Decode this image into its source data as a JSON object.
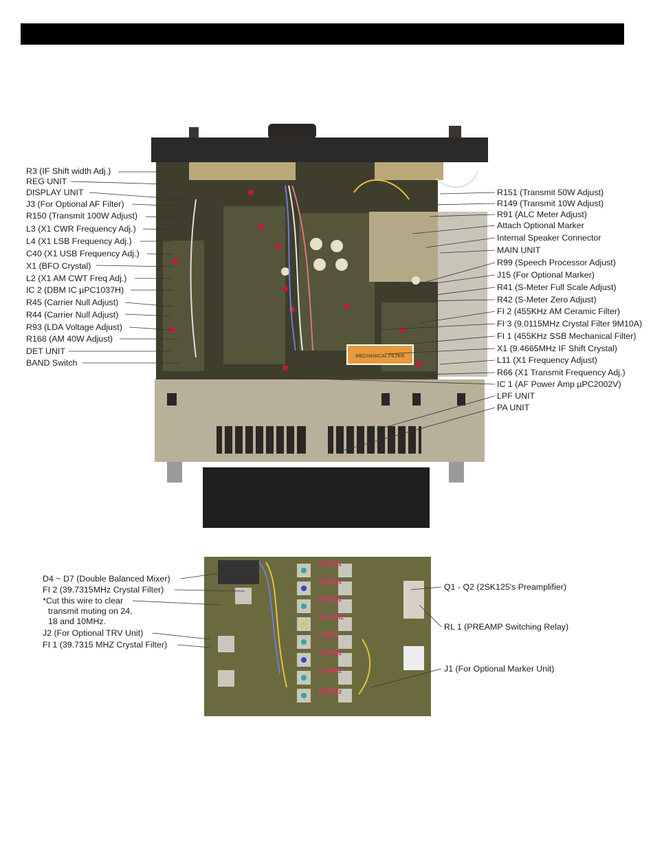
{
  "header": {
    "title": ""
  },
  "main_unit": {
    "left_labels": [
      "R3 (IF Shift width Adj.)",
      "REG UNIT",
      "DISPLAY UNIT",
      "J3 (For Optional AF Filter)",
      "R150 (Transmit 100W Adjust)",
      "L3 (X1 CWR Frequency Adj.)",
      "L4 (X1 LSB Frequency Adj.)",
      "C40 (X1 USB Frequency Adj.)",
      "X1 (BFO Crystal)",
      "L2 (X1 AM CWT Freq Adj.)",
      "IC 2 (DBM IC µPC1037H)",
      "R45 (Carrier Null Adjust)",
      "R44 (Carrier Null Adjust)",
      "R93 (LDA Voltage Adjust)",
      "R168 (AM 40W Adjust)",
      "DET UNIT",
      "BAND Switch"
    ],
    "right_labels": [
      "R151 (Transmit 50W Adjust)",
      "R149 (Transmit 10W Adjust)",
      "R91 (ALC Meter Adjust)",
      "Attach Optional Marker",
      "Internal Speaker Connector",
      "MAIN UNIT",
      "R99 (Speech Processor Adjust)",
      "J15 (For Optional Marker)",
      "R41 (S-Meter Full Scale Adjust)",
      "R42 (S-Meter Zero Adjust)",
      "FI 2 (455KHz AM Ceramic Filter)",
      "FI 3 (9.0115MHz Crystal Filter 9M10A)",
      "FI 1 (455KHz SSB Mechanical Filter)",
      "X1 (9.4665MHz IF Shift Crystal)",
      "L11 (X1 Frequency Adjust)",
      "R66 (X1 Transmit Frequency Adj.)",
      "IC 1 (AF Power Amp µPC2002V)",
      "LPF UNIT",
      "PA UNIT"
    ],
    "filter_label": "MECHANICAL FILTER"
  },
  "rf_unit": {
    "left_labels": [
      "D4 ~ D7 (Double Balanced Mixer)",
      "FI 2 (39.7315MHz Crystal Filter)",
      "*Cut this wire to clear",
      "transmit muting on 24,",
      "18 and 10MHz.",
      "J2 (For Optional TRV Unit)",
      "FI 1 (39.7315 MHZ Crystal Filter)"
    ],
    "right_labels": [
      "Q1 - Q2 (2SK125's Preamplifier)",
      "RL 1 (PREAMP Switching Relay)",
      "J1 (For Optional Marker Unit)"
    ],
    "bands": [
      "10 MHz",
      "18 MHz",
      "24 MHz",
      "3.5 MHz",
      "7 MHz",
      "14 MHz",
      "21 MHz",
      "28 MHz"
    ]
  },
  "colors": {
    "accent_band": "#e0306a",
    "chassis": "#b9b09a",
    "pcb": "#6b6a3e"
  }
}
